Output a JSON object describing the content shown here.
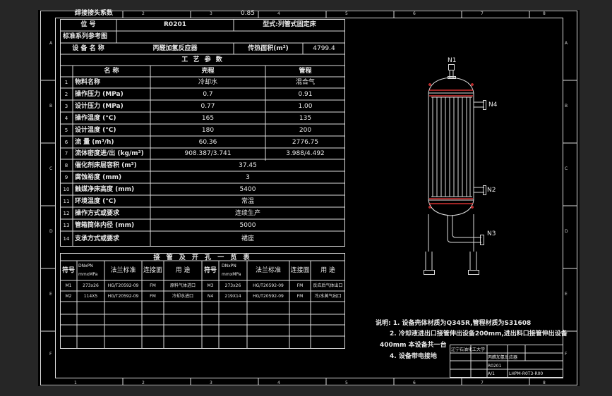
{
  "colors": {
    "background": "#262626",
    "sheet": "#000000",
    "line": "#dcdcdc",
    "text": "#e8e8e8",
    "vessel_red": "#ff3b3b"
  },
  "zones": {
    "cols": [
      "1",
      "2",
      "3",
      "4",
      "5",
      "6",
      "7",
      "8"
    ],
    "rows": [
      "A",
      "B",
      "C",
      "D",
      "E",
      "F"
    ]
  },
  "header": {
    "item_no_label": "位    号",
    "item_no_value": "R0201",
    "type_label": "型式:列管式固定床",
    "std_label": "标准系列参考图",
    "equip_name_label": "设 备 名 称",
    "equip_name_value": "丙醛加氢反应器",
    "area_label": "传热面积(m²)",
    "area_value": "4799.4",
    "section_title": "工 艺 参 数"
  },
  "params": {
    "col_name": "名      称",
    "col_shell": "壳程",
    "col_tube": "管程",
    "rows": [
      {
        "no": "1",
        "name": "物料名称",
        "shell": "冷却水",
        "tube": "混合气"
      },
      {
        "no": "2",
        "name": "操作压力 (MPa)",
        "shell": "0.7",
        "tube": "0.91"
      },
      {
        "no": "3",
        "name": "设计压力 (MPa)",
        "shell": "0.77",
        "tube": "1.00"
      },
      {
        "no": "4",
        "name": "操作温度 (°C)",
        "shell": "165",
        "tube": "135"
      },
      {
        "no": "5",
        "name": "设计温度 (°C)",
        "shell": "180",
        "tube": "200"
      },
      {
        "no": "6",
        "name": "流   量 (m³/h)",
        "shell": "60.36",
        "tube": "2776.75"
      },
      {
        "no": "7",
        "name": "流体密度进/出 (kg/m³)",
        "shell": "908.387/3.741",
        "tube": "3.988/4.492"
      },
      {
        "no": "8",
        "name": "催化剂床层容积 (m³)",
        "merged": "37.45"
      },
      {
        "no": "9",
        "name": "腐蚀裕度 (mm)",
        "merged": "3"
      },
      {
        "no": "10",
        "name": "触媒净床高度 (mm)",
        "merged": "5400"
      },
      {
        "no": "11",
        "name": "环境温度 (°C)",
        "merged": "常温"
      },
      {
        "no": "12",
        "name": "操作方式或要求",
        "merged": "连续生产"
      },
      {
        "no": "13",
        "name": "管箱筒体内径 (mm)",
        "merged": "5000"
      },
      {
        "no": "14",
        "name": "支承方式或要求",
        "merged": "裙座"
      },
      {
        "no": "",
        "name": "焊接接头系数",
        "merged": "0.85"
      }
    ]
  },
  "nozzles": {
    "title": "接  管  及  开  孔  一  览  表",
    "headers": {
      "sym": "符号",
      "dn": "DNxPN",
      "dn2": "mmxMPa",
      "flange": "法兰标准",
      "face": "连接面",
      "use": "用    途"
    },
    "rows": [
      {
        "sym1": "M1",
        "dn1": "273x26",
        "flange1": "HG/T20592-09",
        "face1": "FM",
        "use1": "原料气体进口",
        "sym2": "M3",
        "dn2": "273x26",
        "flange2": "HG/T20592-09",
        "face2": "FM",
        "use2": "反应后气体出口"
      },
      {
        "sym1": "M2",
        "dn1": "114X5",
        "flange1": "HG/T20592-09",
        "face1": "FM",
        "use1": "冷却水进口",
        "sym2": "N4",
        "dn2": "219X14",
        "flange2": "HG/T20592-09",
        "face2": "FM",
        "use2": "冷/水蒸气出口"
      }
    ]
  },
  "notes": [
    "说明: 1. 设备壳体材质为Q345R,管程材质为S31608",
    "2. 冷却液进出口接管伸出设备200mm,进出料口接管伸出设备",
    "400mm 本设备共一台",
    "4. 设备带电接地"
  ],
  "labels": {
    "n1": "N1",
    "n2": "N2",
    "n3": "N3",
    "n4": "N4"
  },
  "titleblock": {
    "school": "辽宁石油化工大学",
    "rows": [
      "丙醛加氢反应器",
      "R0201",
      "LHPM-R0T3-R00"
    ],
    "scale": "A/1"
  }
}
